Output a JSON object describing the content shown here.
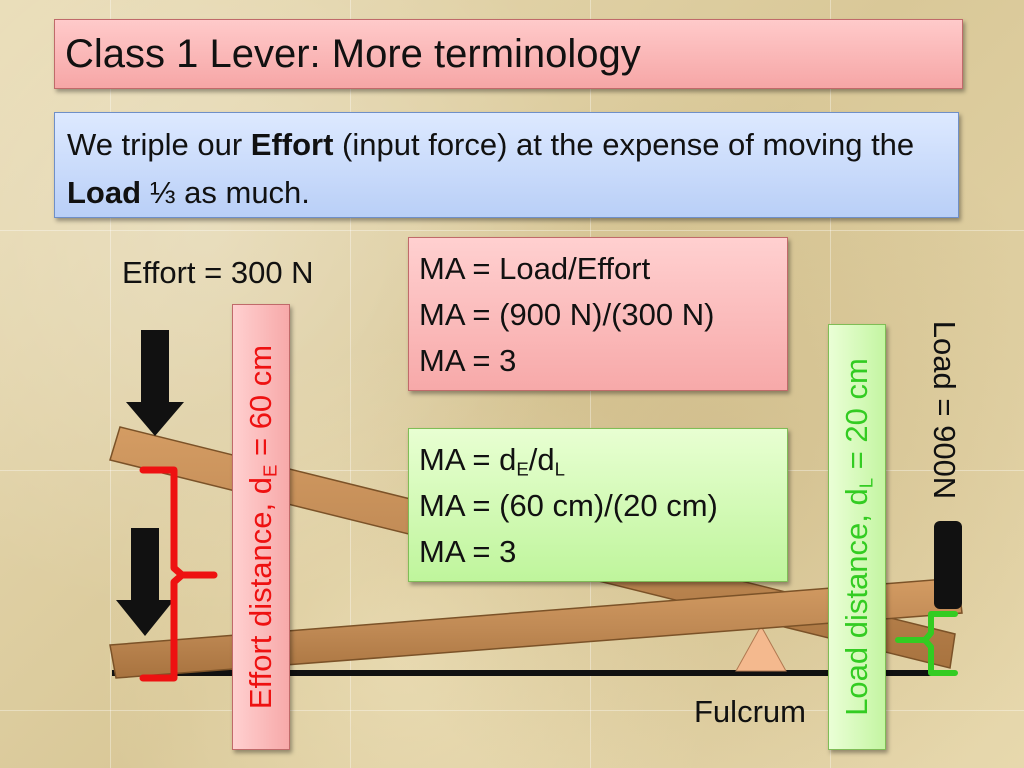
{
  "slide": {
    "title": "Class 1 Lever: More terminology",
    "intro": {
      "p1": "We triple our ",
      "b1": "Effort",
      "p2": " (input force) at the expense of moving the ",
      "b2": "Load",
      "p3": " ⅓ as much."
    }
  },
  "diagram": {
    "effort_label": "Effort = 300 N",
    "load_label": "Load = 900N",
    "fulcrum_label": "Fulcrum",
    "effort_distance": {
      "prefix": "Effort distance, d",
      "sub": "E",
      "suffix": " = 60 cm"
    },
    "load_distance": {
      "prefix": "Load distance, d",
      "sub": "L",
      "suffix": " = 20 cm"
    }
  },
  "ma_force": {
    "line1": "MA = Load/Effort",
    "line2": "MA = (900 N)/(300 N)",
    "line3": "MA = 3"
  },
  "ma_distance": {
    "l1_a": "MA = d",
    "l1_sub1": "E",
    "l1_b": "/d",
    "l1_sub2": "L",
    "line2": "MA = (60 cm)/(20 cm)",
    "line3": "MA = 3"
  },
  "colors": {
    "effort_bracket": "#ee1111",
    "load_bracket": "#33cc22",
    "fulcrum_fill": "#f4b98e",
    "plank": "#c08a55"
  }
}
